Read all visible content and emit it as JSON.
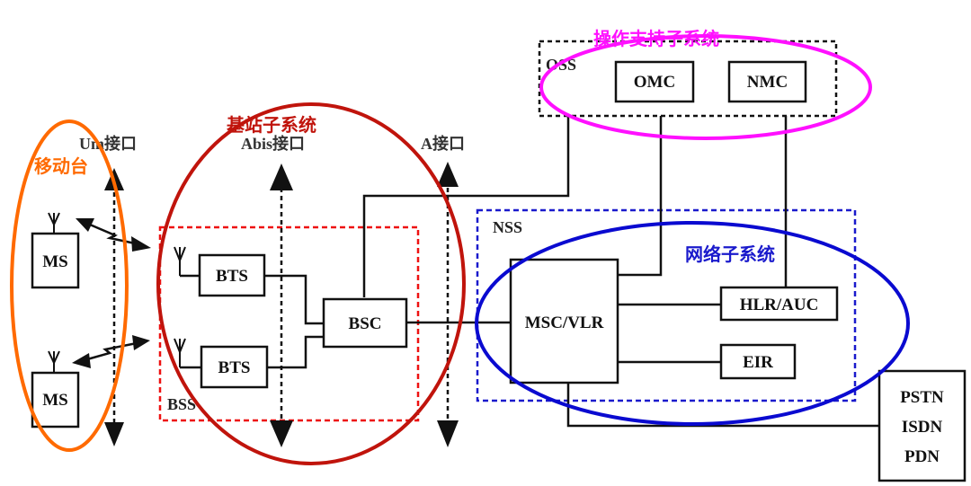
{
  "title": "GSM网络结构",
  "colors": {
    "ms_ellipse": "#ff6a00",
    "bss_ellipse": "#c0140c",
    "oss_ellipse": "#ff10ff",
    "nss_ellipse": "#0a0ad0",
    "bss_dashed_box": "#ee1111",
    "nss_dashed_box": "#1a1acc",
    "oss_dashed_box": "#111111"
  },
  "subsystems": {
    "mobile_station": {
      "label": "移动台"
    },
    "base_station": {
      "label": "基站子系统",
      "group_label": "BSS"
    },
    "operation_support": {
      "label": "操作支持子系统",
      "group_label": "OSS"
    },
    "network": {
      "label": "网络子系统",
      "group_label": "NSS"
    }
  },
  "interfaces": {
    "um": "Um接口",
    "abis": "Abis接口",
    "a": "A接口"
  },
  "nodes": {
    "ms_top": "MS",
    "ms_bottom": "MS",
    "bts_top": "BTS",
    "bts_bottom": "BTS",
    "bsc": "BSC",
    "msc_vlr": "MSC/VLR",
    "hlr_auc": "HLR/AUC",
    "eir": "EIR",
    "omc": "OMC",
    "nmc": "NMC",
    "external": [
      "PSTN",
      "ISDN",
      "PDN"
    ]
  }
}
